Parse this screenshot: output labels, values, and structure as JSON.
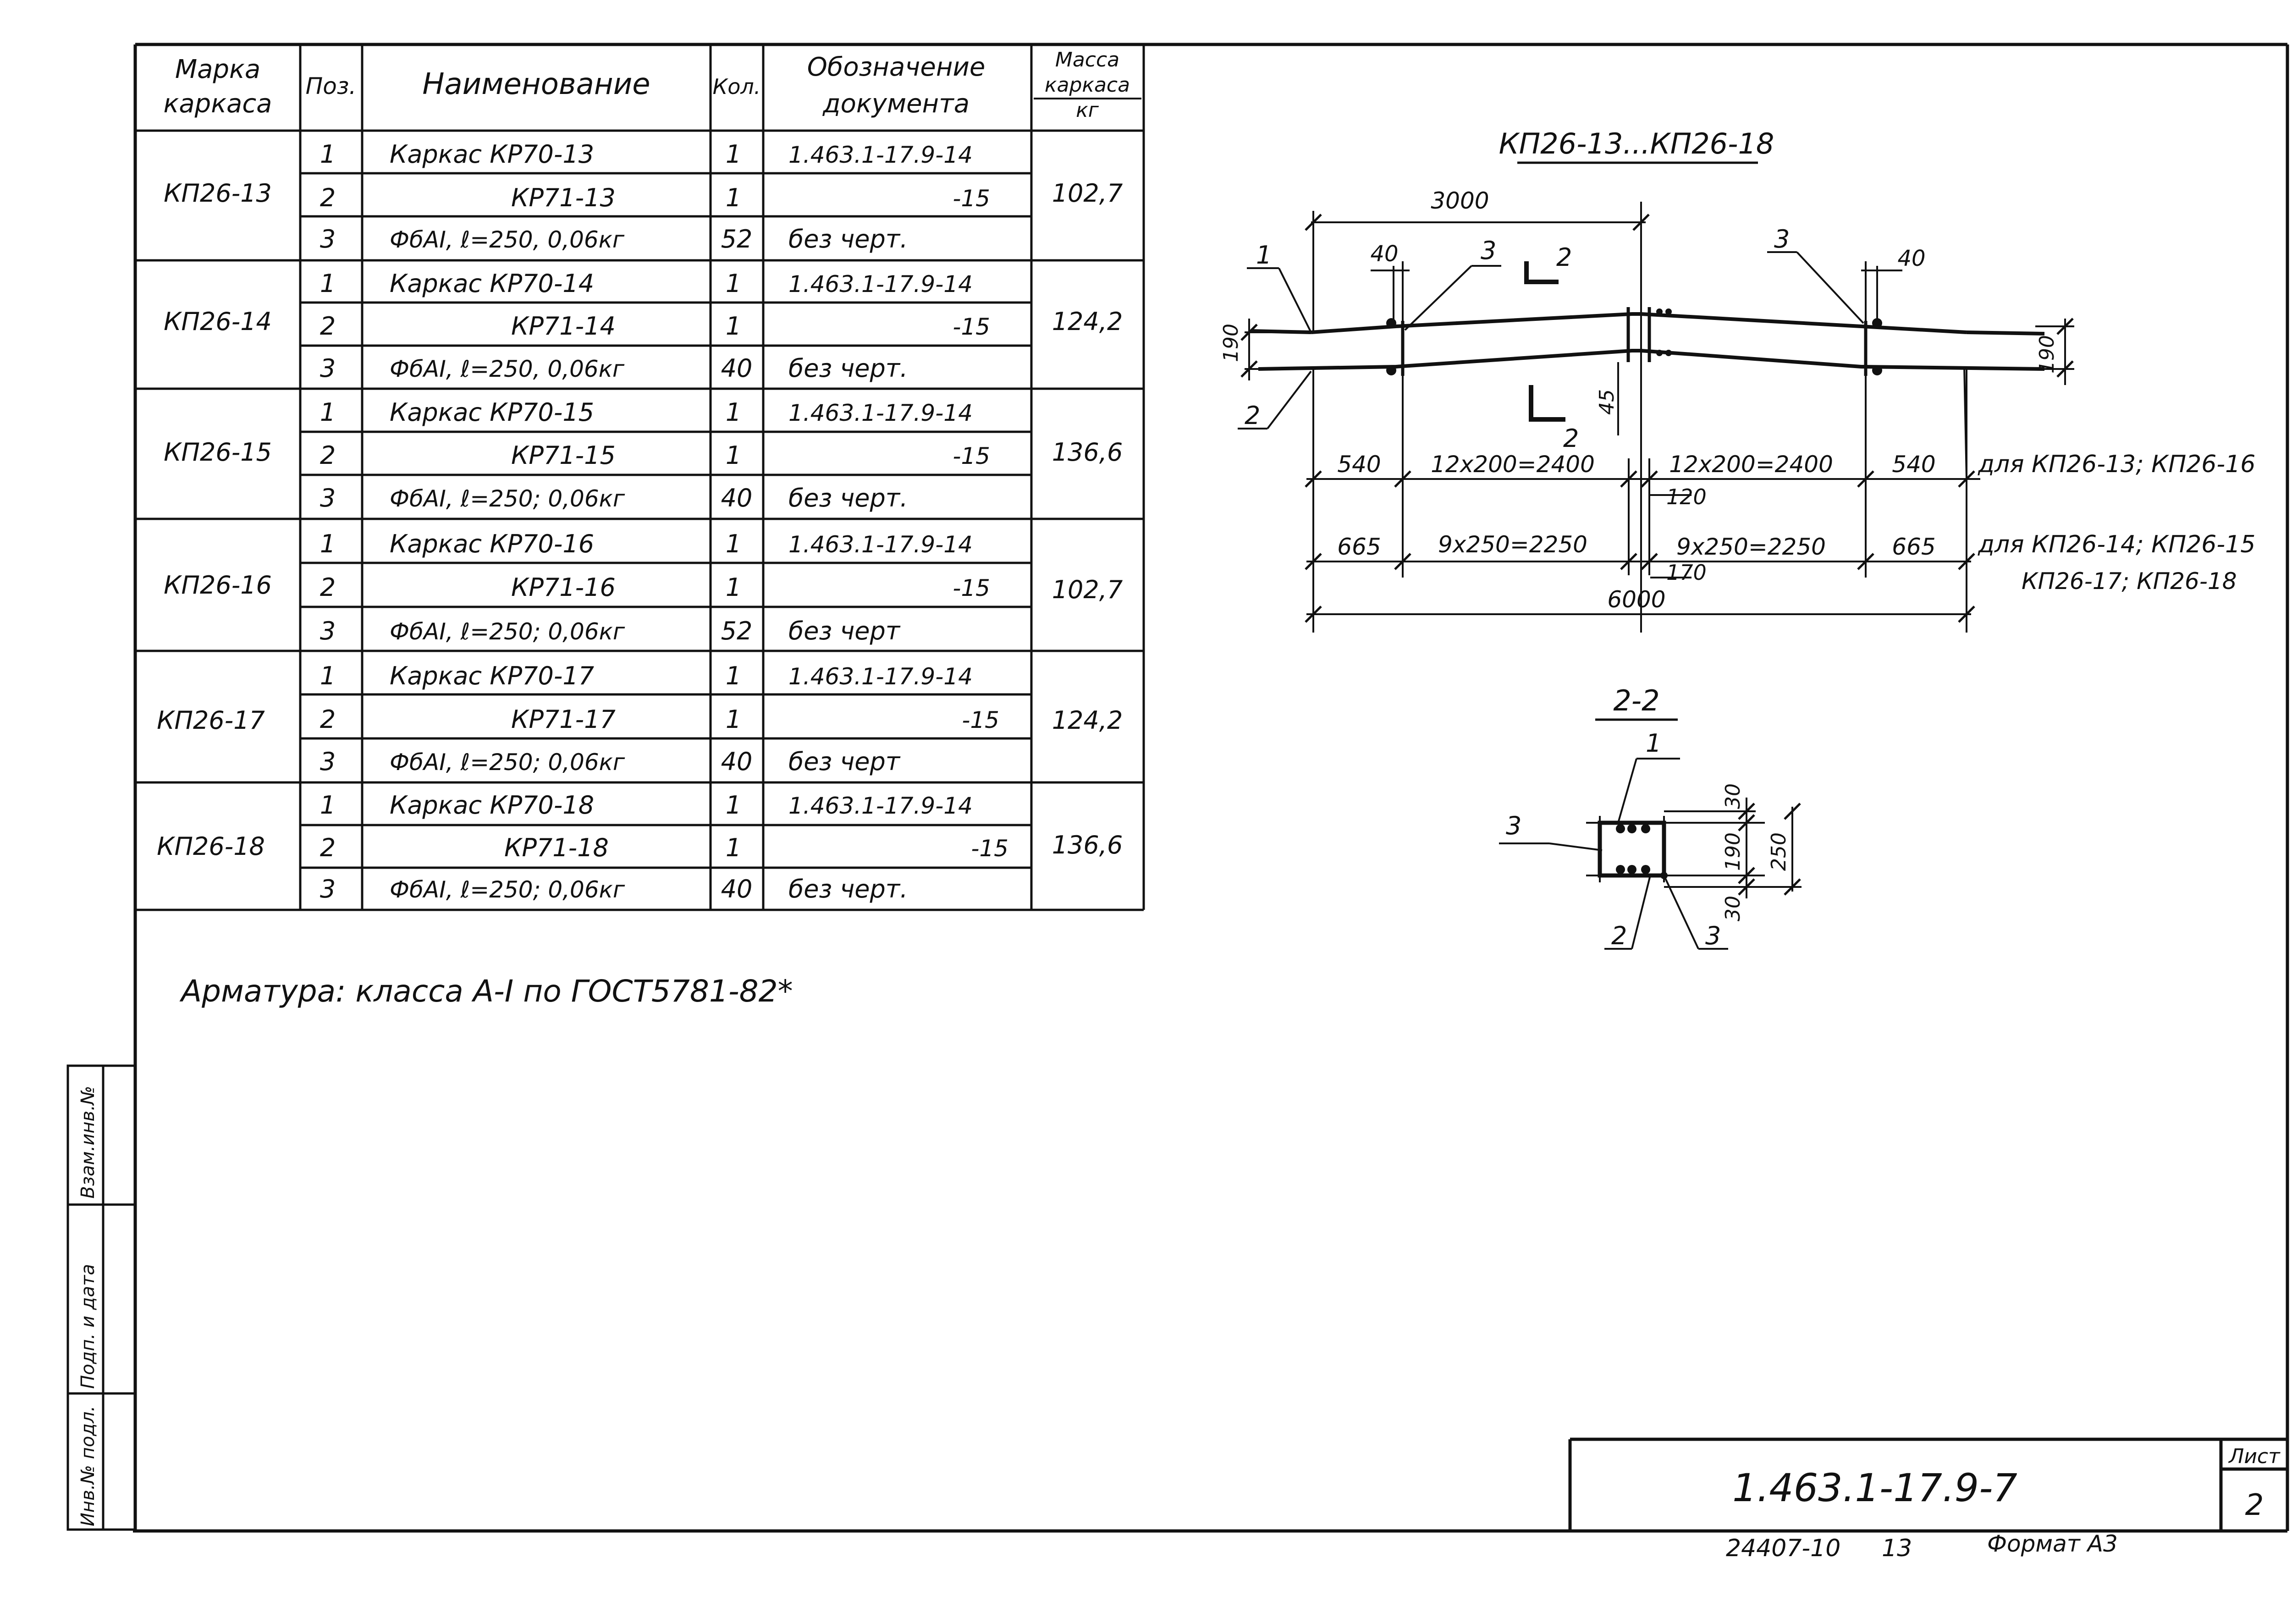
{
  "table": {
    "headers": {
      "marka_line1": "Марка",
      "marka_line2": "каркаса",
      "poz": "Поз.",
      "name": "Наименование",
      "kol": "Кол.",
      "doc_line1": "Обозначение",
      "doc_line2": "документа",
      "mass_line1": "Масса",
      "mass_line2": "каркаса",
      "mass_line3": "кг"
    },
    "groups": [
      {
        "marka": "КП26-13",
        "mass": "102,7",
        "rows": [
          {
            "poz": "1",
            "name": "Каркас КР70-13",
            "kol": "1",
            "doc": "1.463.1-17.9-14"
          },
          {
            "poz": "2",
            "name": "КР71-13",
            "kol": "1",
            "doc": "-15"
          },
          {
            "poz": "3",
            "name": "ФбАI, ℓ=250, 0,06кг",
            "kol": "52",
            "doc": "без черт."
          }
        ]
      },
      {
        "marka": "КП26-14",
        "mass": "124,2",
        "rows": [
          {
            "poz": "1",
            "name": "Каркас КР70-14",
            "kol": "1",
            "doc": "1.463.1-17.9-14"
          },
          {
            "poz": "2",
            "name": "КР71-14",
            "kol": "1",
            "doc": "-15"
          },
          {
            "poz": "3",
            "name": "ФбАI, ℓ=250, 0,06кг",
            "kol": "40",
            "doc": "без черт."
          }
        ]
      },
      {
        "marka": "КП26-15",
        "mass": "136,6",
        "rows": [
          {
            "poz": "1",
            "name": "Каркас КР70-15",
            "kol": "1",
            "doc": "1.463.1-17.9-14"
          },
          {
            "poz": "2",
            "name": "КР71-15",
            "kol": "1",
            "doc": "-15"
          },
          {
            "poz": "3",
            "name": "ФбАI, ℓ=250; 0,06кг",
            "kol": "40",
            "doc": "без черт."
          }
        ]
      },
      {
        "marka": "КП26-16",
        "mass": "102,7",
        "rows": [
          {
            "poz": "1",
            "name": "Каркас КР70-16",
            "kol": "1",
            "doc": "1.463.1-17.9-14"
          },
          {
            "poz": "2",
            "name": "КР71-16",
            "kol": "1",
            "doc": "-15"
          },
          {
            "poz": "3",
            "name": "ФбАI, ℓ=250; 0,06кг",
            "kol": "52",
            "doc": "без черт"
          }
        ]
      },
      {
        "marka": "КП26-17",
        "mass": "124,2",
        "rows": [
          {
            "poz": "1",
            "name": "Каркас КР70-17",
            "kol": "1",
            "doc": "1.463.1-17.9-14"
          },
          {
            "poz": "2",
            "name": "КР71-17",
            "kol": "1",
            "doc": "-15"
          },
          {
            "poz": "3",
            "name": "ФбАI, ℓ=250; 0,06кг",
            "kol": "40",
            "doc": "без черт"
          }
        ]
      },
      {
        "marka": "КП26-18",
        "mass": "136,6",
        "rows": [
          {
            "poz": "1",
            "name": "Каркас КР70-18",
            "kol": "1",
            "doc": "1.463.1-17.9-14"
          },
          {
            "poz": "2",
            "name": "КР71-18",
            "kol": "1",
            "doc": "-15"
          },
          {
            "poz": "3",
            "name": "ФбАI, ℓ=250; 0,06кг",
            "kol": "40",
            "doc": "без черт."
          }
        ]
      }
    ]
  },
  "note": "Арматура: класса А-I по ГОСТ5781-82*",
  "drawing": {
    "title": "КП26-13...КП26-18",
    "dim_top": "3000",
    "dim_40_left": "40",
    "dim_40_right": "40",
    "dim_190_left": "190",
    "dim_190_right": "190",
    "dim_45": "45",
    "callout_1": "1",
    "callout_2": "2",
    "callout_3_left": "3",
    "callout_3_right": "3",
    "section_mark_top": "2",
    "section_mark_bottom": "2",
    "row1": {
      "a": "540",
      "b": "12x200=2400",
      "c": "12x200=2400",
      "d": "540",
      "note": "для КП26-13; КП26-16"
    },
    "dim_120": "120",
    "row2": {
      "a": "665",
      "b": "9x250=2250",
      "c": "9x250=2250",
      "d": "665",
      "note_line1": "для КП26-14; КП26-15",
      "note_line2": "КП26-17; КП26-18"
    },
    "dim_170": "170",
    "dim_total": "6000"
  },
  "section": {
    "title": "2-2",
    "callout_1": "1",
    "callout_2": "2",
    "callout_3_left": "3",
    "callout_3_right": "3",
    "dim_30_top": "30",
    "dim_190": "190",
    "dim_30_bottom": "30",
    "dim_250": "250"
  },
  "side_stamp": {
    "cell1": "Инв.№ подл.",
    "cell2": "Подп. и дата",
    "cell3": "Взам.инв.№"
  },
  "title_block": {
    "code": "1.463.1-17.9-7",
    "sheet_label": "Лист",
    "sheet_number": "2"
  },
  "footer": {
    "archive": "24407-10",
    "num": "13",
    "format": "Формат А3"
  }
}
